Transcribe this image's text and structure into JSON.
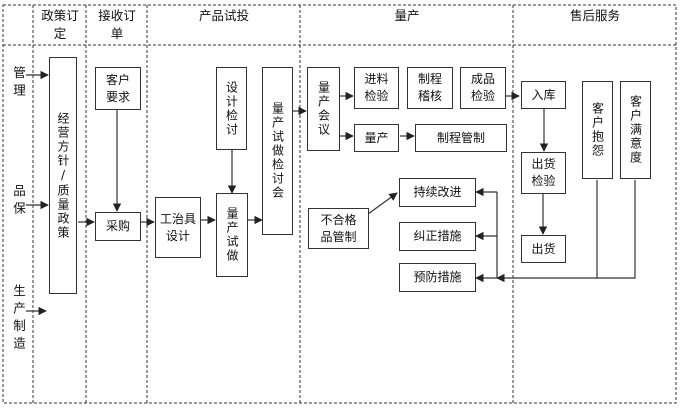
{
  "columns": [
    {
      "id": "lane",
      "label": ""
    },
    {
      "id": "policy",
      "label": "政策订定"
    },
    {
      "id": "order",
      "label": "接收订单"
    },
    {
      "id": "trial",
      "label": "产品试投"
    },
    {
      "id": "mass",
      "label": "量产"
    },
    {
      "id": "service",
      "label": "售后服务"
    }
  ],
  "lanes": [
    {
      "id": "management",
      "label": "管理"
    },
    {
      "id": "qa",
      "label": "品保"
    },
    {
      "id": "production",
      "label": "生产制造"
    }
  ],
  "nodes": {
    "policy": "经营方针/质量政策",
    "customer_req": "客户要求",
    "purchase": "采购",
    "fixture_design": "工治具设计",
    "design_review": "设计检讨",
    "trial_run": "量产试做",
    "trial_review": "量产试做检讨会",
    "mass_meeting": "量产会议",
    "incoming_insp": "进料检验",
    "process_audit": "制程稽核",
    "final_insp": "成品检验",
    "mass_prod": "量产",
    "process_ctrl": "制程管制",
    "nonconform": "不合格品管制",
    "continuous_impr": "持续改进",
    "corrective": "纠正措施",
    "preventive": "预防措施",
    "warehouse_in": "入库",
    "ship_insp": "出货检验",
    "shipment": "出货",
    "complaint": "客户抱怨",
    "satisfaction": "客户满意度"
  },
  "colors": {
    "line": "#333333",
    "border_dash": "#333333",
    "background": "#ffffff"
  }
}
